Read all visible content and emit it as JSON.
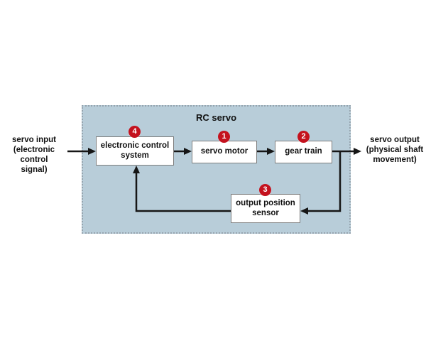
{
  "diagram": {
    "title": "RC servo",
    "blocks": {
      "electronic_control_system": {
        "badge": "4",
        "label": "electronic control system"
      },
      "servo_motor": {
        "badge": "1",
        "label": "servo motor"
      },
      "gear_train": {
        "badge": "2",
        "label": "gear train"
      },
      "output_position_sensor": {
        "badge": "3",
        "label": "output position sensor"
      }
    },
    "input_label": [
      "servo input",
      "(electronic control",
      "signal)"
    ],
    "output_label": [
      "servo output",
      "(physical shaft",
      "movement)"
    ],
    "colors": {
      "container_fill": "#b8cdd9",
      "container_border": "#96a4ae",
      "block_fill": "#ffffff",
      "block_border": "#7d7d7d",
      "badge_red": "#c4121e",
      "wire_black": "#161616",
      "text_black": "#111111"
    }
  }
}
